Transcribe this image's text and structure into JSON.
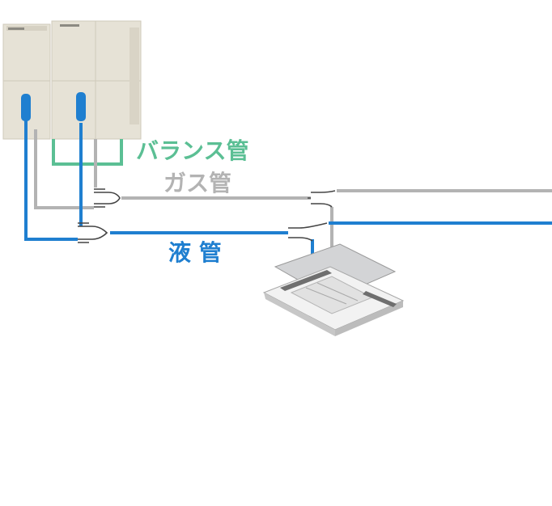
{
  "labels": {
    "balance_pipe": "バランス管",
    "gas_pipe": "ガス管",
    "liquid_pipe": "液 管"
  },
  "colors": {
    "balance": "#5bbf94",
    "gas": "#b3b3b3",
    "liquid": "#1f7fd0",
    "unit_body": "#e6e2d6",
    "joint_stroke": "#444444"
  },
  "icons": {
    "outdoor_units": "outdoor-unit-icon",
    "indoor_unit": "ceiling-cassette-icon",
    "branch_joint": "branch-joint-icon"
  }
}
